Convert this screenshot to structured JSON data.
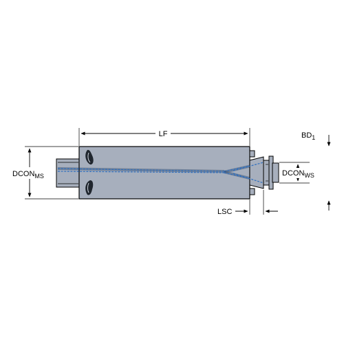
{
  "labels": {
    "lf": "LF",
    "bd": "BD",
    "bd_sub": "1",
    "dcon_ms": "DCON",
    "dcon_ms_sub": "MS",
    "dcon_ws": "DCON",
    "dcon_ws_sub": "WS",
    "lsc": "LSC"
  },
  "colors": {
    "body": "#a7afbd",
    "coolant_channel": "#2f6fbf",
    "outline": "#000000"
  }
}
